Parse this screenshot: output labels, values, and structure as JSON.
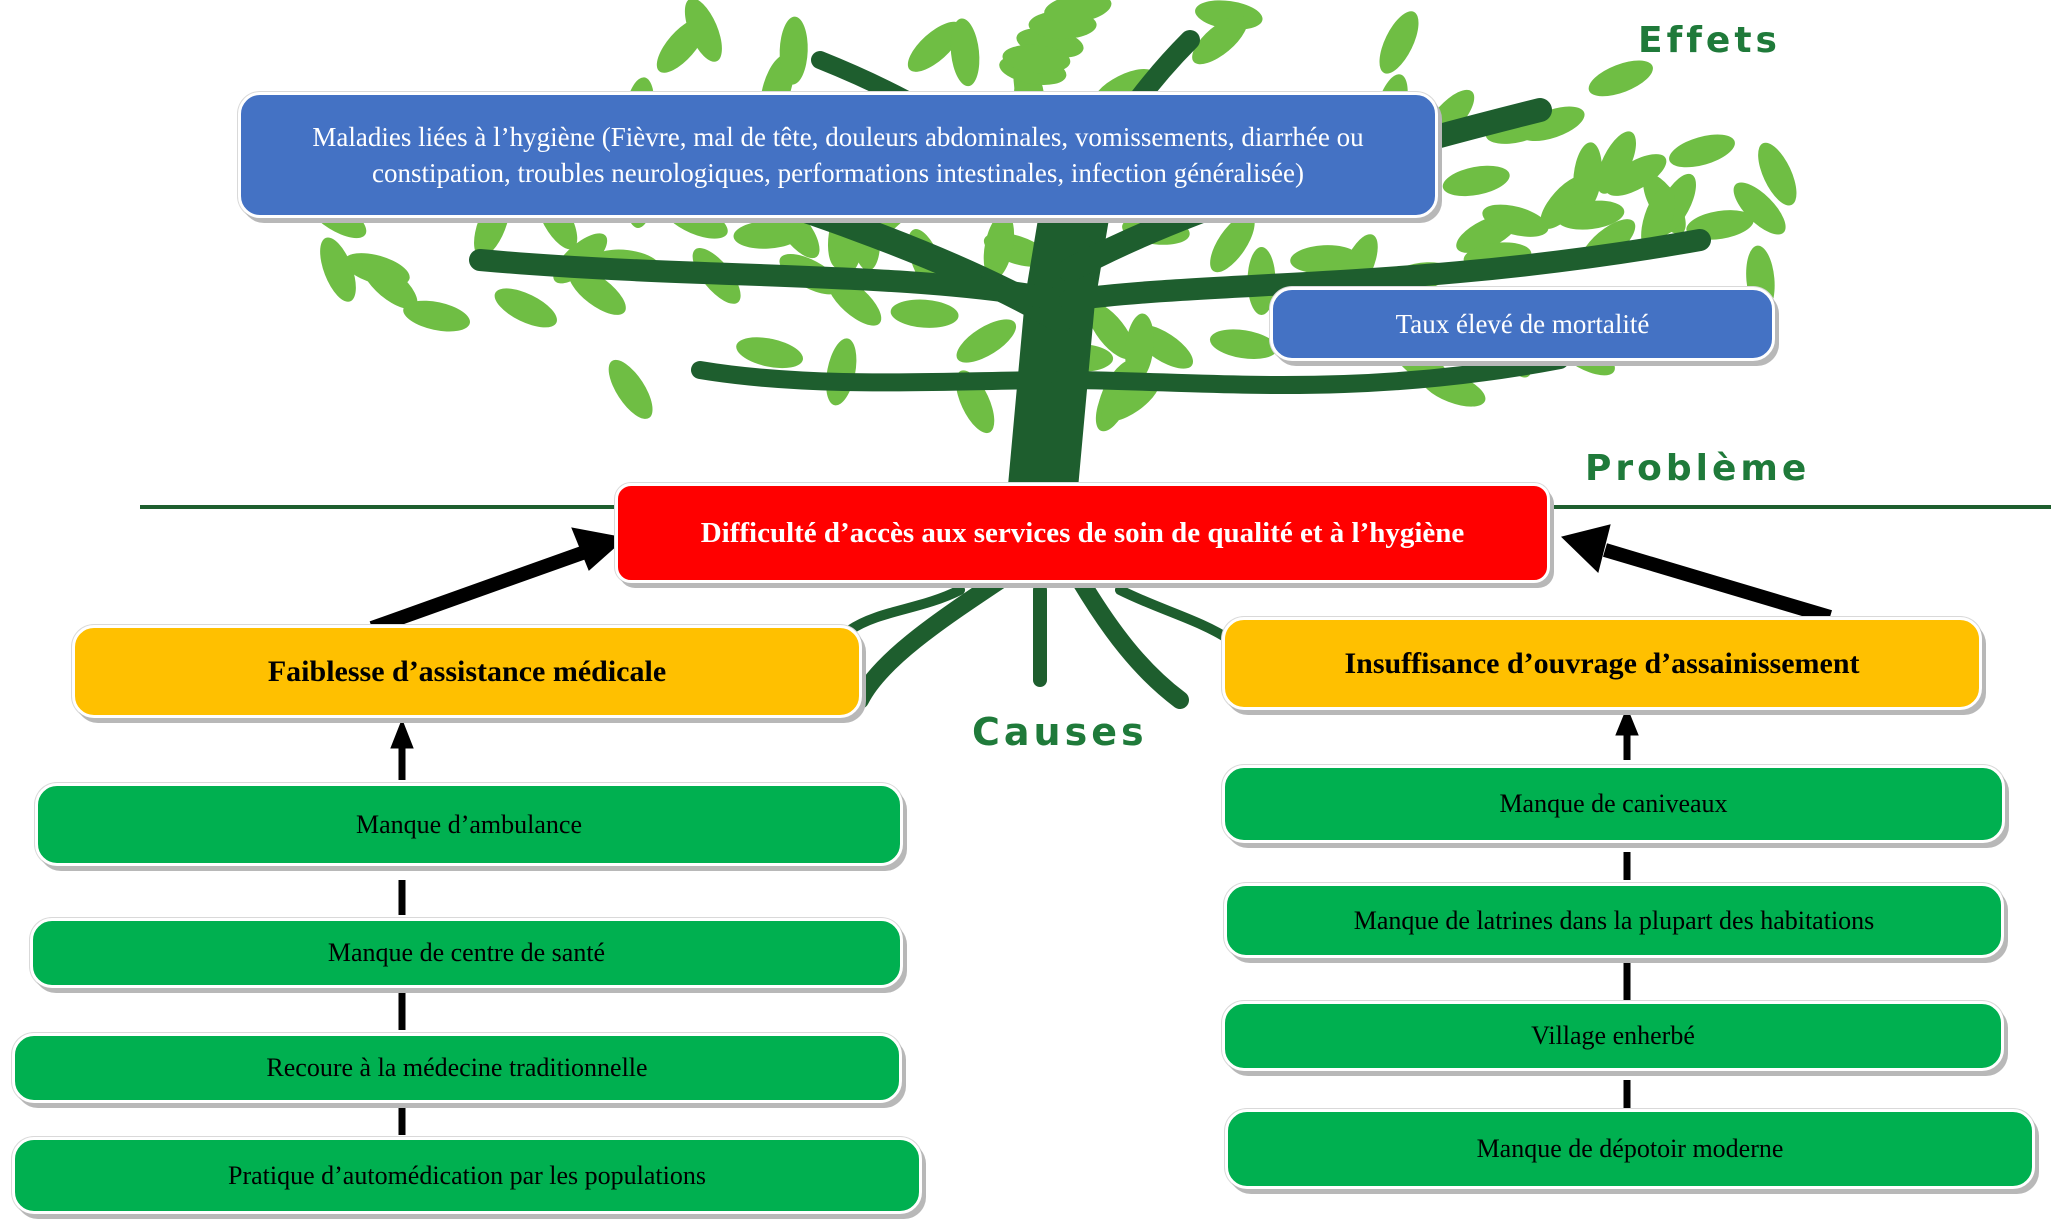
{
  "labels": {
    "effects": "Effets",
    "problem": "Problème",
    "causes": "Causes"
  },
  "effects": {
    "diseases": "Maladies liées à l’hygiène (Fièvre, mal de tête, douleurs abdominales, vomissements, diarrhée ou constipation, troubles neurologiques, performations intestinales, infection généralisée)",
    "mortality": "Taux élevé de mortalité"
  },
  "problem": "Difficulté d’accès aux services de soin de qualité et à l’hygiène",
  "causes": {
    "left": {
      "title": "Faiblesse d’assistance médicale",
      "items": [
        "Manque d’ambulance",
        "Manque de centre de santé",
        "Recoure à la médecine traditionnelle",
        "Pratique d’automédication par les populations"
      ]
    },
    "right": {
      "title": "Insuffisance d’ouvrage d’assainissement",
      "items": [
        "Manque de caniveaux",
        "Manque de latrines dans la plupart des habitations",
        "Village enherbé",
        "Manque de dépotoir moderne"
      ]
    }
  },
  "colors": {
    "effects": "#4472c4",
    "problem": "#ff0000",
    "cause_title": "#ffc000",
    "cause_item": "#00b050",
    "tree": "#1e5e2e",
    "leaf": "#6fbe44"
  }
}
